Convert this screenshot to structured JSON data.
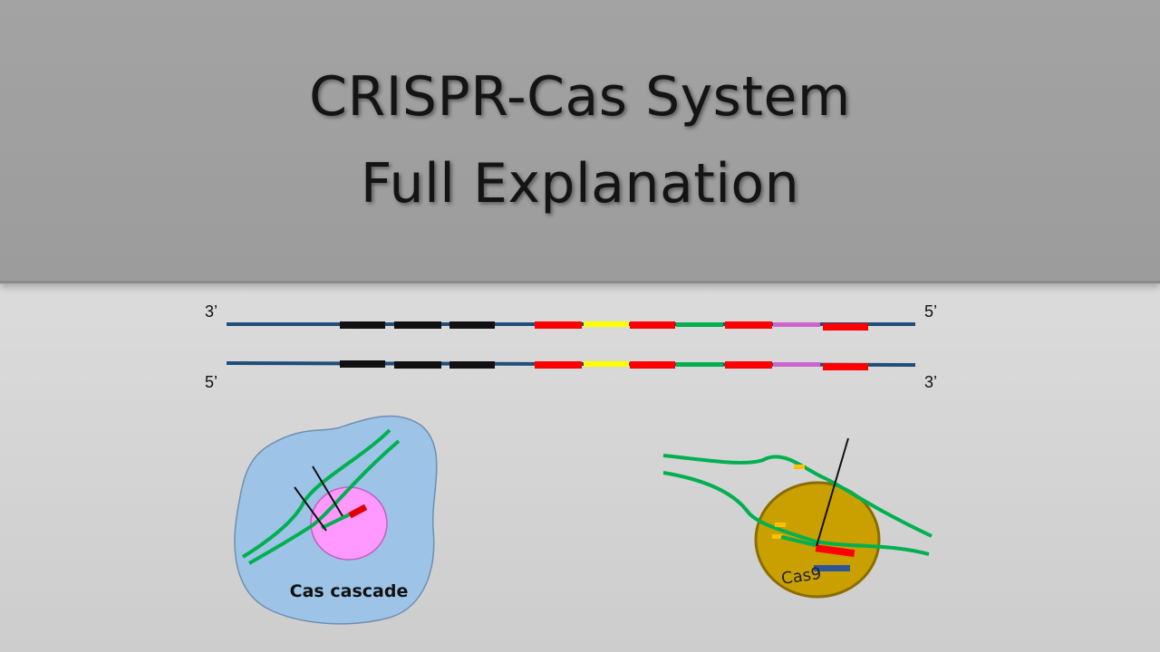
{
  "title": {
    "line1": "CRISPR-Cas System",
    "line2": "Full Explanation"
  },
  "dna": {
    "top_left_end": "3’",
    "top_right_end": "5’",
    "bottom_left_end": "5’",
    "bottom_right_end": "3’"
  },
  "complexes": {
    "cascade_label": "Cas cascade",
    "cas9_label": "Cas9"
  },
  "colors": {
    "strand": "#1f4e79",
    "repeat_black": "#111111",
    "repeat_red": "#ff0000",
    "spacer_yellow": "#ffff00",
    "spacer_green": "#00b050",
    "spacer_magenta": "#cc66cc",
    "cascade_blob": "#9dc3e6",
    "cascade_core": "#ff99ff",
    "cas9_body": "#c9a000"
  }
}
